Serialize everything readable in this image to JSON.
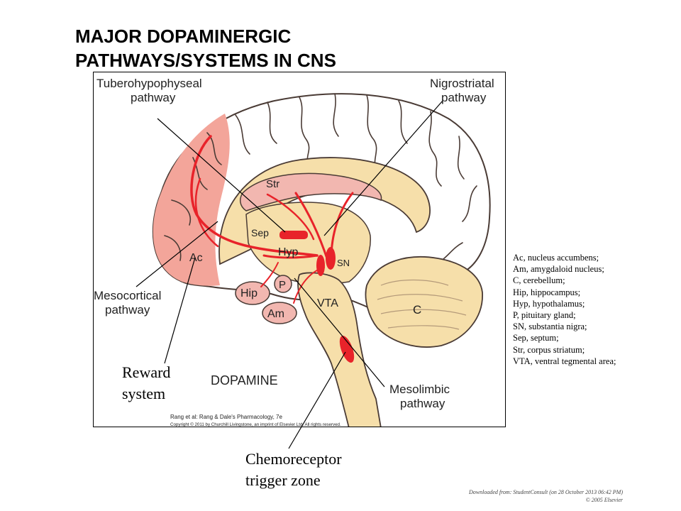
{
  "slide": {
    "title_lines": [
      "MAJOR DOPAMINERGIC",
      "PATHWAYS/SYSTEMS IN CNS"
    ]
  },
  "figure": {
    "labels": {
      "tuberohypophyseal": [
        "Tuberohypophyseal",
        "pathway"
      ],
      "nigrostriatal": [
        "Nigrostriatal",
        "pathway"
      ],
      "mesocortical": [
        "Mesocortical",
        "pathway"
      ],
      "mesolimbic": [
        "Mesolimbic",
        "pathway"
      ],
      "str": "Str",
      "sep": "Sep",
      "hyp": "Hyp",
      "sn": "SN",
      "ac": "Ac",
      "p": "P",
      "hip": "Hip",
      "am": "Am",
      "vta": "VTA",
      "c": "C",
      "dopamine": "DOPAMINE"
    },
    "credit_lines": [
      "Rang et al: Rang & Dale's Pharmacology, 7e",
      "Copyright © 2011 by Churchill Livingstone, an imprint of Elsevier Ltd. All rights reserved."
    ],
    "colors": {
      "pathway_red": "#e8232a",
      "cortex_pink": "#f3a59a",
      "brainstem_tan": "#f6dfaa",
      "striatum_pink": "#f2b7b0",
      "outline": "#4a3b35"
    }
  },
  "annotations": {
    "reward_system": [
      "Reward",
      "system"
    ],
    "chemoreceptor": [
      "Chemoreceptor",
      "trigger zone"
    ]
  },
  "abbreviations": [
    "Ac, nucleus accumbens;",
    "Am, amygdaloid nucleus;",
    "C, cerebellum;",
    "Hip, hippocampus;",
    "Hyp, hypothalamus;",
    "P, pituitary gland;",
    "SN, substantia nigra;",
    "Sep, septum;",
    "Str, corpus striatum;",
    "VTA, ventral tegmental area;"
  ],
  "footer": [
    "Downloaded from: StudentConsult (on 28 October 2013 06:42 PM)",
    "© 2005 Elsevier"
  ]
}
